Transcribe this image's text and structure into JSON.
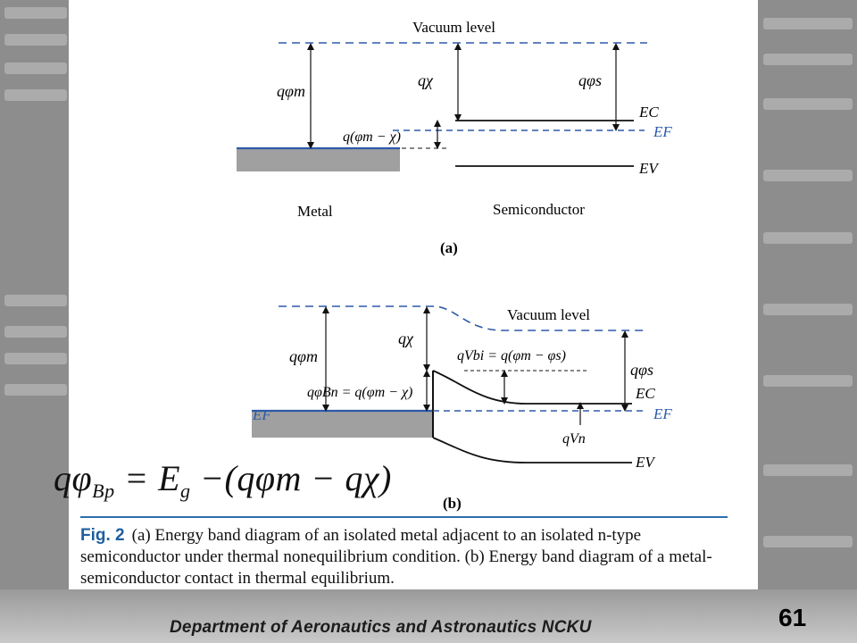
{
  "diagram_a": {
    "vacuum_level": "Vacuum level",
    "q_phi_m": "qφm",
    "q_chi": "qχ",
    "q_phi_s": "qφs",
    "e_c": "EC",
    "e_f": "EF",
    "e_v": "EV",
    "q_phi_m_minus_chi": "q(φm − χ)",
    "metal": "Metal",
    "semiconductor": "Semiconductor",
    "label": "(a)"
  },
  "diagram_b": {
    "vacuum_level": "Vacuum level",
    "q_phi_m": "qφm",
    "q_chi": "qχ",
    "q_v_bi": "qVbi = q(φm − φs)",
    "q_phi_s": "qφs",
    "q_phi_bn": "qφBn = q(φm − χ)",
    "e_c": "EC",
    "e_f_left": "EF",
    "e_f_right": "EF",
    "q_v_n": "qVn",
    "e_v": "EV",
    "label": "(b)"
  },
  "formula": {
    "lhs": "qφ",
    "lhs_sub": "Bp",
    "eq": " = E",
    "eg_sub": "g",
    "rhs": " −(qφm − qχ)"
  },
  "caption": {
    "fig_label": "Fig. 2",
    "text": "(a) Energy band diagram of an isolated metal adjacent to an isolated n-type semiconductor under thermal nonequilibrium condition. (b) Energy band diagram of a metal-semiconductor contact in thermal equilibrium."
  },
  "footer": {
    "department": "Department of Aeronautics and Astronautics NCKU",
    "page_number": "61"
  }
}
